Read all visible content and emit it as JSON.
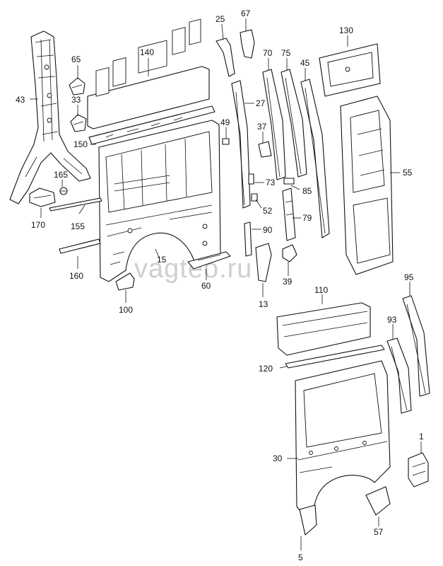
{
  "watermark": "vagteo.ru",
  "callouts": [
    {
      "id": "c43",
      "text": "43"
    },
    {
      "id": "c65",
      "text": "65"
    },
    {
      "id": "c140",
      "text": "140"
    },
    {
      "id": "c25",
      "text": "25"
    },
    {
      "id": "c67",
      "text": "67"
    },
    {
      "id": "c70",
      "text": "70"
    },
    {
      "id": "c75",
      "text": "75"
    },
    {
      "id": "c130",
      "text": "130"
    },
    {
      "id": "c45",
      "text": "45"
    },
    {
      "id": "c33",
      "text": "33"
    },
    {
      "id": "c27",
      "text": "27"
    },
    {
      "id": "c49",
      "text": "49"
    },
    {
      "id": "c37",
      "text": "37"
    },
    {
      "id": "c150",
      "text": "150"
    },
    {
      "id": "c55",
      "text": "55"
    },
    {
      "id": "c165",
      "text": "165"
    },
    {
      "id": "c73",
      "text": "73"
    },
    {
      "id": "c85",
      "text": "85"
    },
    {
      "id": "c52",
      "text": "52"
    },
    {
      "id": "c170",
      "text": "170"
    },
    {
      "id": "c155",
      "text": "155"
    },
    {
      "id": "c79",
      "text": "79"
    },
    {
      "id": "c90",
      "text": "90"
    },
    {
      "id": "c15",
      "text": "15"
    },
    {
      "id": "c160",
      "text": "160"
    },
    {
      "id": "c60",
      "text": "60"
    },
    {
      "id": "c39",
      "text": "39"
    },
    {
      "id": "c100",
      "text": "100"
    },
    {
      "id": "c13",
      "text": "13"
    },
    {
      "id": "c110",
      "text": "110"
    },
    {
      "id": "c95",
      "text": "95"
    },
    {
      "id": "c93",
      "text": "93"
    },
    {
      "id": "c120",
      "text": "120"
    },
    {
      "id": "c30",
      "text": "30"
    },
    {
      "id": "c1",
      "text": "1"
    },
    {
      "id": "c57",
      "text": "57"
    },
    {
      "id": "c5",
      "text": "5"
    }
  ]
}
